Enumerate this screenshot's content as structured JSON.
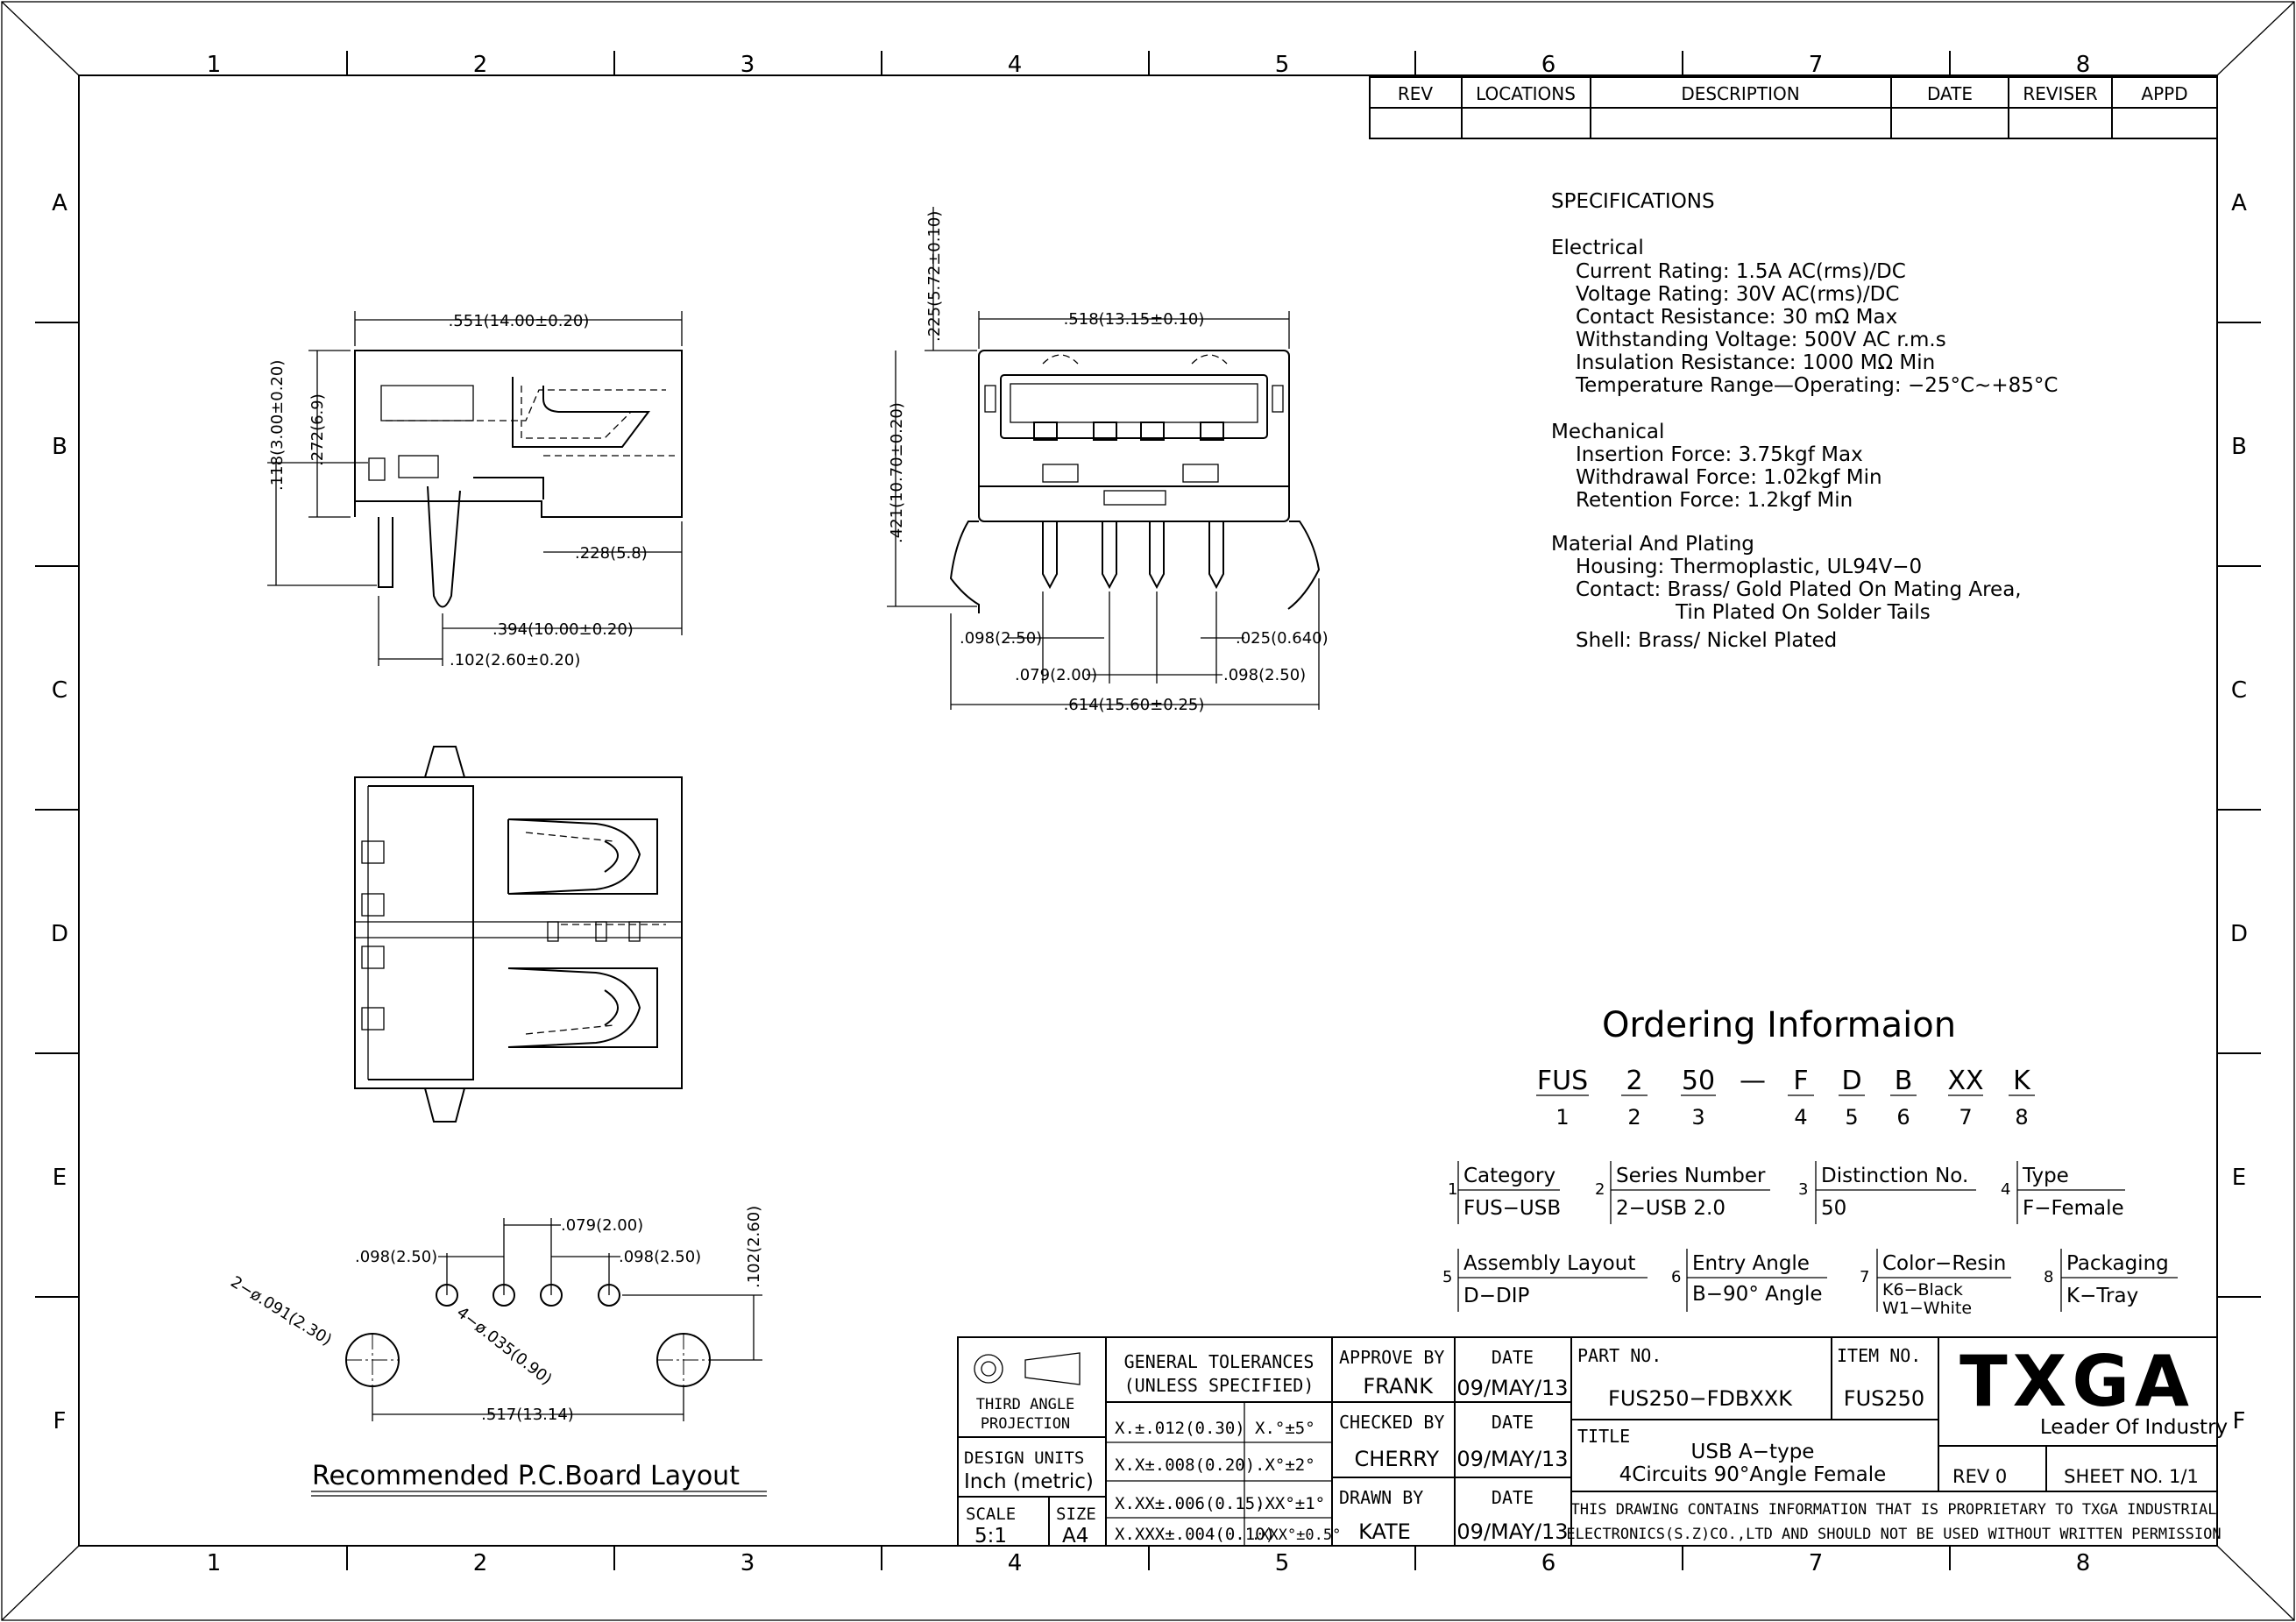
{
  "border": {
    "columns": [
      "1",
      "2",
      "3",
      "4",
      "5",
      "6",
      "7",
      "8"
    ],
    "rows": [
      "A",
      "B",
      "C",
      "D",
      "E",
      "F"
    ]
  },
  "revision_table": {
    "headers": [
      "REV",
      "LOCATIONS",
      "DESCRIPTION",
      "DATE",
      "REVISER",
      "APPD"
    ]
  },
  "specifications": {
    "title": "SPECIFICATIONS",
    "electrical_heading": "Electrical",
    "electrical": [
      "Current Rating:  1.5A AC(rms)/DC",
      "Voltage Rating:  30V AC(rms)/DC",
      "Contact Resistance:  30 mΩ Max",
      "Withstanding Voltage:  500V AC r.m.s",
      "Insulation Resistance:  1000 MΩ Min",
      "Temperature Range—Operating:  −25°C~+85°C"
    ],
    "mechanical_heading": "Mechanical",
    "mechanical": [
      "Insertion Force:  3.75kgf Max",
      "Withdrawal Force:  1.02kgf Min",
      "Retention Force:  1.2kgf Min"
    ],
    "material_heading": "Material And Plating",
    "material": [
      "Housing:  Thermoplastic, UL94V−0",
      "Contact:  Brass/ Gold Plated On Mating Area,",
      "Tin Plated On Solder Tails",
      "Shell:  Brass/ Nickel Plated"
    ]
  },
  "side_view_dims": {
    "width": ".551(14.00±0.20)",
    "height1": ".118(3.00±0.20)",
    "height2": ".272(6.9)",
    "tail": ".228(5.8)",
    "depth": ".394(10.00±0.20)",
    "offset": ".102(2.60±0.20)"
  },
  "front_view_dims": {
    "width": ".518(13.15±0.10)",
    "top": ".225(5.72±0.10)",
    "height": ".421(10.70±0.20)",
    "pitch_left": ".098(2.50)",
    "pin_width": ".025(0.640)",
    "pitch_mid": ".079(2.00)",
    "pitch_right": ".098(2.50)",
    "overall": ".614(15.60±0.25)"
  },
  "pcb_layout": {
    "title": "Recommended P.C.Board Layout",
    "pitch_mid": ".079(2.00)",
    "pitch_left": ".098(2.50)",
    "pitch_right": ".098(2.50)",
    "offset": ".102(2.60)",
    "mount_holes": "2−ø.091(2.30)",
    "signal_holes": "4−ø.035(0.90)",
    "span": ".517(13.14)"
  },
  "ordering": {
    "title": "Ordering Informaion",
    "codes": [
      "FUS",
      "2",
      "50",
      "—",
      "F",
      "D",
      "B",
      "XX",
      "K"
    ],
    "positions": [
      "1",
      "2",
      "3",
      "",
      "4",
      "5",
      "6",
      "7",
      "8"
    ],
    "fields": [
      {
        "num": "1",
        "label": "Category",
        "values": [
          "FUS−USB"
        ]
      },
      {
        "num": "2",
        "label": "Series Number",
        "values": [
          "2−USB 2.0"
        ]
      },
      {
        "num": "3",
        "label": "Distinction No.",
        "values": [
          "50"
        ]
      },
      {
        "num": "4",
        "label": "Type",
        "values": [
          "F−Female"
        ]
      },
      {
        "num": "5",
        "label": "Assembly Layout",
        "values": [
          "D−DIP"
        ]
      },
      {
        "num": "6",
        "label": "Entry Angle",
        "values": [
          "B−90° Angle"
        ]
      },
      {
        "num": "7",
        "label": "Color−Resin",
        "values": [
          "K6−Black",
          "W1−White"
        ]
      },
      {
        "num": "8",
        "label": "Packaging",
        "values": [
          "K−Tray"
        ]
      }
    ]
  },
  "title_block": {
    "projection_line1": "THIRD ANGLE",
    "projection_line2": "PROJECTION",
    "design_units_label": "DESIGN UNITS",
    "design_units_value": "Inch (metric)",
    "scale_label": "SCALE",
    "scale_value": "5:1",
    "size_label": "SIZE",
    "size_value": "A4",
    "tolerances_line1": "GENERAL TOLERANCES",
    "tolerances_line2": "(UNLESS SPECIFIED)",
    "tolerances": [
      [
        "X.±.012(0.30)",
        "X.°±5°"
      ],
      [
        "X.X±.008(0.20)",
        ".X°±2°"
      ],
      [
        "X.XX±.006(0.15)",
        ".XX°±1°"
      ],
      [
        "X.XXX±.004(0.10)",
        ".XXX°±0.5°"
      ]
    ],
    "approve_label": "APPROVE BY",
    "approve_name": "FRANK",
    "checked_label": "CHECKED BY",
    "checked_name": "CHERRY",
    "drawn_label": "DRAWN BY",
    "drawn_name": "KATE",
    "date_label": "DATE",
    "date_value": "09/MAY/13",
    "part_no_label": "PART NO.",
    "part_no": "FUS250−FDBXXK",
    "item_no_label": "ITEM NO.",
    "item_no": "FUS250",
    "title_label": "TITLE",
    "title_line1": "USB A−type",
    "title_line2": "4Circuits 90°Angle Female",
    "brand": "TXGA",
    "slogan": "Leader Of Industry",
    "rev": "REV 0",
    "sheet": "SHEET NO. 1/1",
    "notice_line1": "THIS DRAWING CONTAINS INFORMATION THAT IS PROPRIETARY TO TXGA INDUSTRIAL",
    "notice_line2": "ELECTRONICS(S.Z)CO.,LTD AND SHOULD NOT BE USED WITHOUT WRITTEN PERMISSION"
  }
}
